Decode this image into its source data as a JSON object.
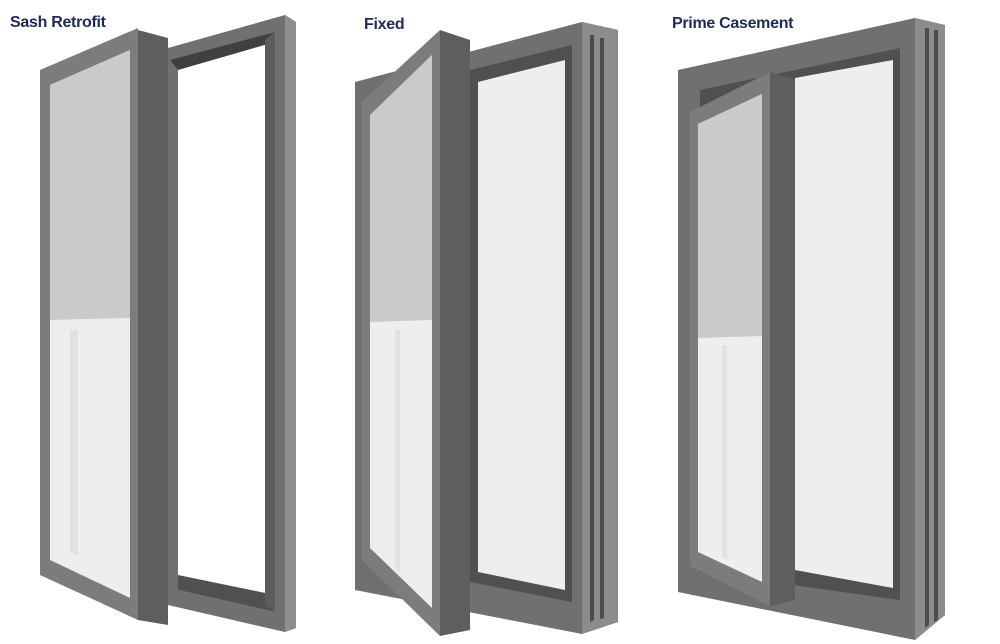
{
  "labels": {
    "sash_retrofit": "Sash Retrofit",
    "fixed": "Fixed",
    "prime_casement": "Prime Casement"
  },
  "colors": {
    "label_text": "#1f2a55",
    "frame": "#6e7072",
    "frame_dark": "#4e5052",
    "frame_light": "#8c8e90",
    "glass": "#eceeef",
    "blind": "#c8cacc"
  }
}
